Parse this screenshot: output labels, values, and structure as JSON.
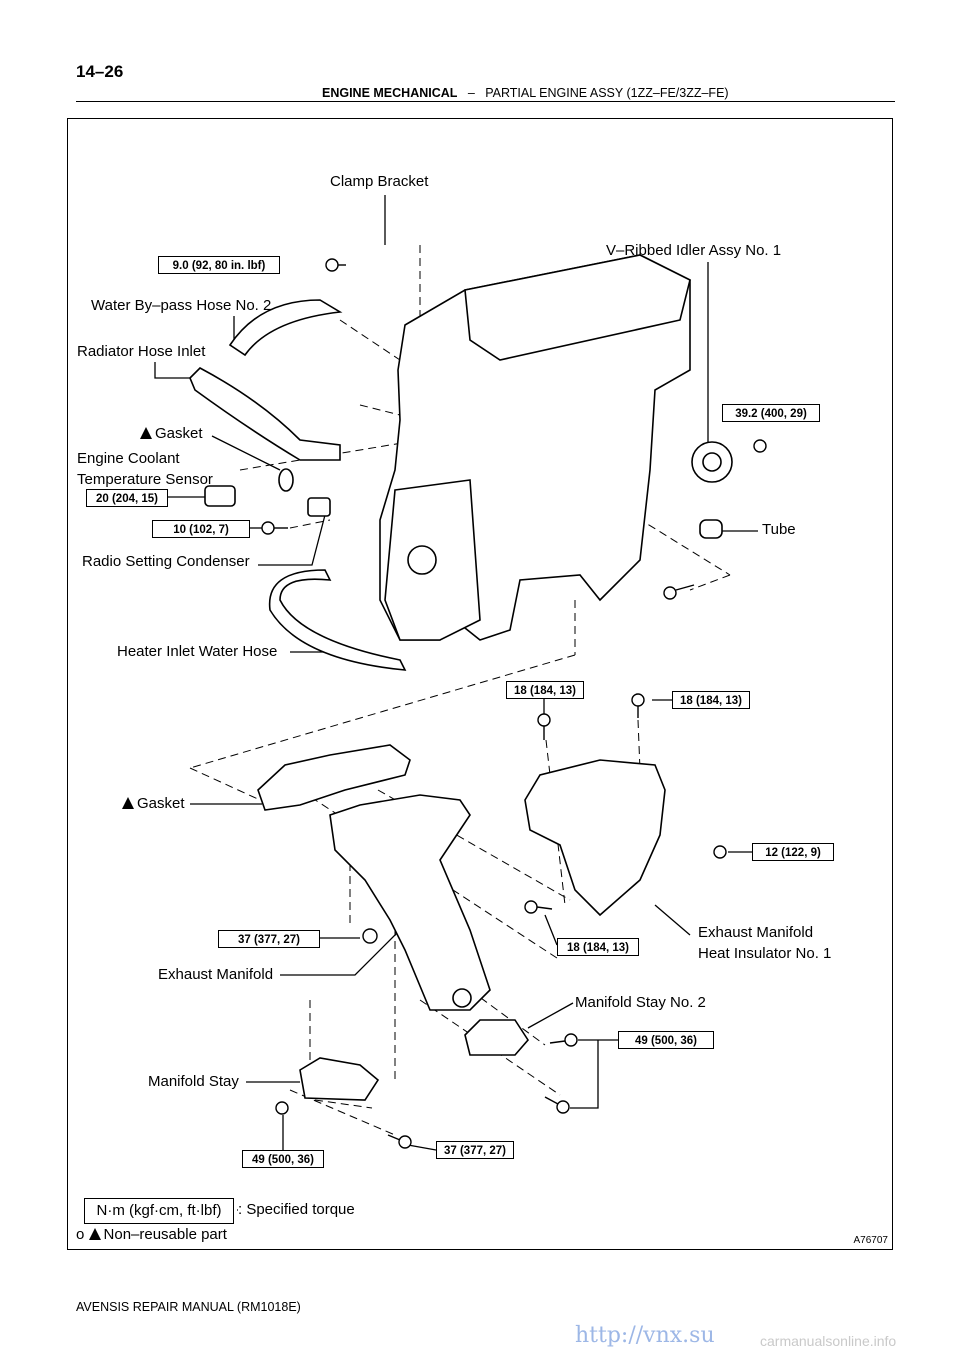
{
  "header": {
    "page_number": "14–26",
    "section": "ENGINE MECHANICAL",
    "separator": "–",
    "subsection": "PARTIAL ENGINE ASSY (1ZZ–FE/3ZZ–FE)"
  },
  "labels": {
    "clamp_bracket": "Clamp Bracket",
    "idler": "V–Ribbed Idler Assy No. 1",
    "water_bypass": "Water By–pass Hose No. 2",
    "radiator_hose": "Radiator Hose Inlet",
    "gasket_top": "Gasket",
    "ect_sensor_1": "Engine Coolant",
    "ect_sensor_2": "Temperature Sensor",
    "tube": "Tube",
    "radio_condenser": "Radio Setting Condenser",
    "heater_hose": "Heater Inlet Water Hose",
    "gasket_bottom": "Gasket",
    "exhaust_insulator_1": "Exhaust Manifold",
    "exhaust_insulator_2": "Heat Insulator No. 1",
    "exhaust_manifold": "Exhaust Manifold",
    "manifold_stay_2": "Manifold Stay No. 2",
    "manifold_stay": "Manifold Stay"
  },
  "torques": {
    "t_clamp": "9.0 (92, 80 in. lbf)",
    "t_idler": "39.2 (400, 29)",
    "t_sensor": "20 (204, 15)",
    "t_condenser": "10 (102, 7)",
    "t_ins_a": "18 (184, 13)",
    "t_ins_b": "18 (184, 13)",
    "t_ins_c": "12 (122, 9)",
    "t_ins_d": "18 (184, 13)",
    "t_manifold": "37 (377, 27)",
    "t_stay2": "49 (500, 36)",
    "t_stay": "49 (500, 36)",
    "t_stay_b": "37 (377, 27)"
  },
  "legend": {
    "torque_unit": "N·m (kgf·cm, ft·lbf)",
    "torque_text": ": Specified torque",
    "prefix": "o",
    "nonreusable_text": "Non–reusable part"
  },
  "figure_ref": "A76707",
  "footer": "AVENSIS REPAIR MANUAL   (RM1018E)",
  "watermark": "http://vnx.su",
  "watermark2": "carmanualsonline.info"
}
